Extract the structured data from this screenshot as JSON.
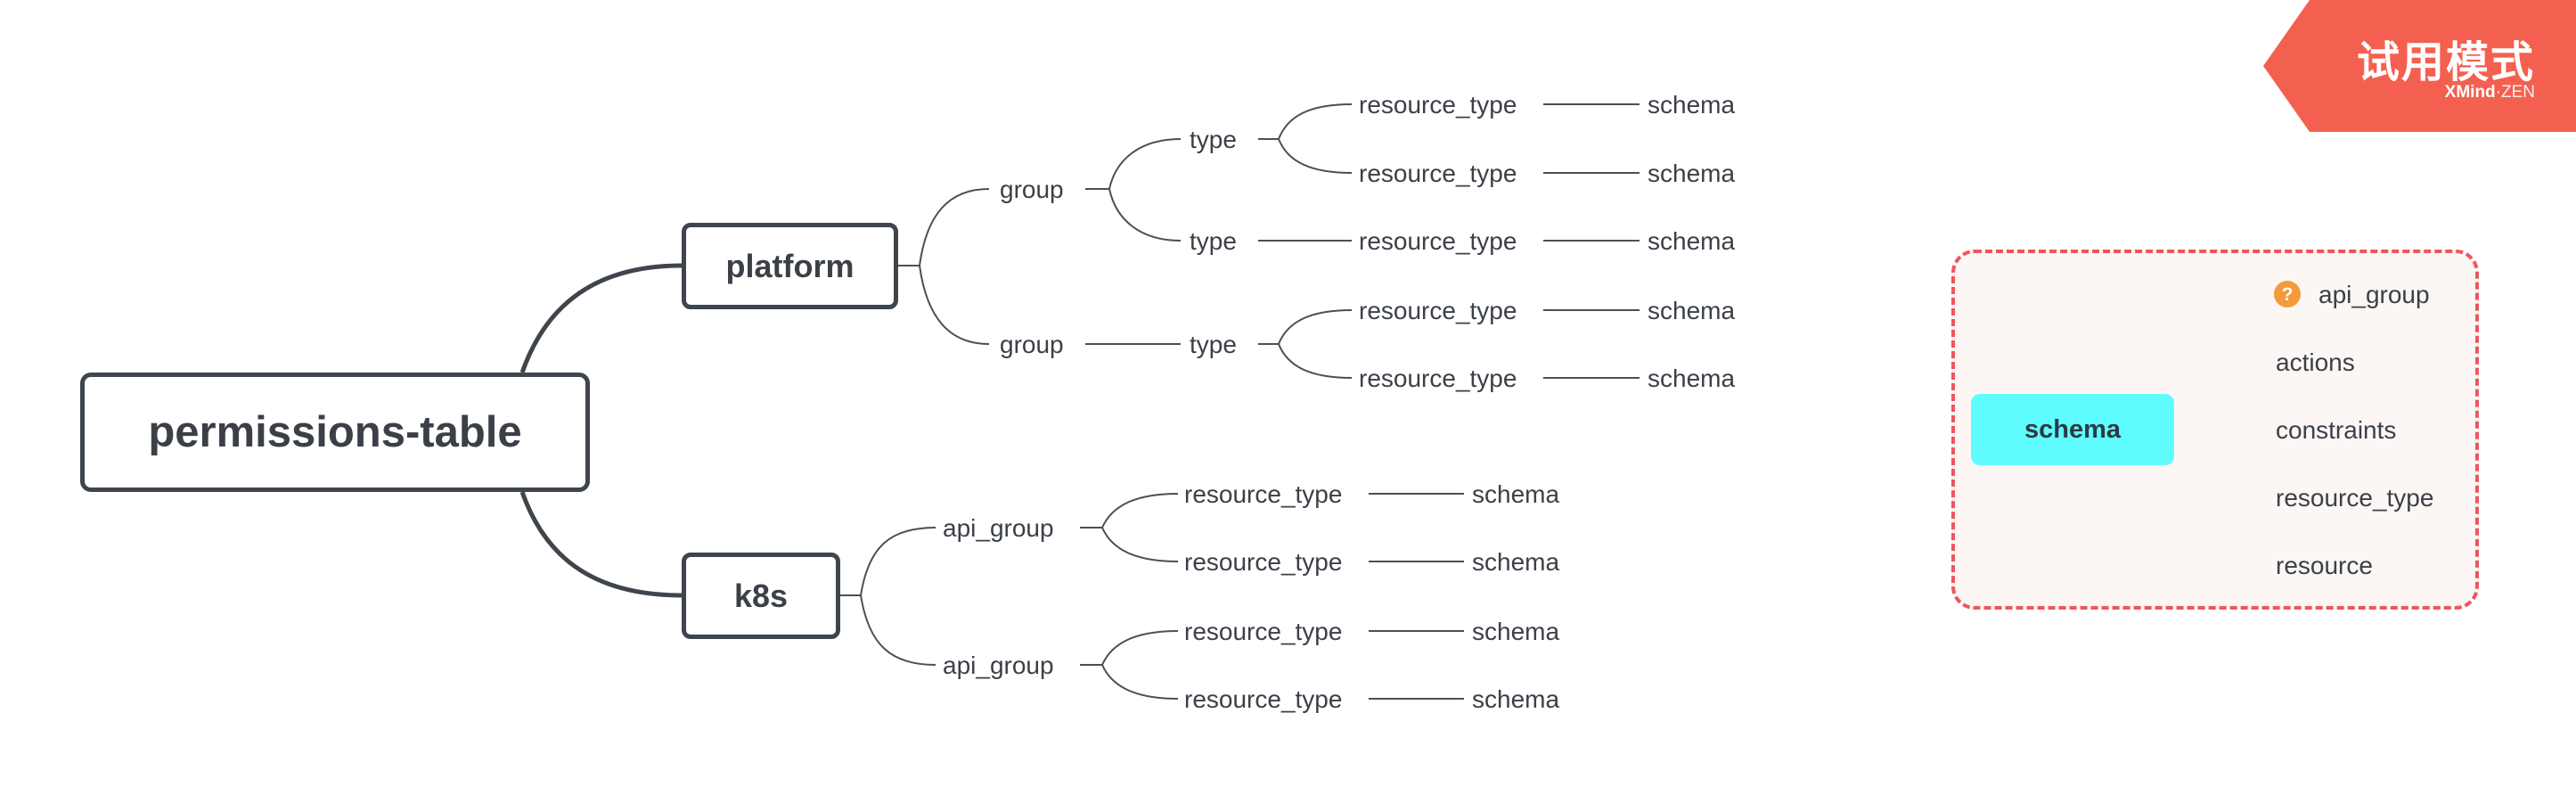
{
  "root": {
    "label": "permissions-table"
  },
  "branches": {
    "platform": {
      "label": "platform",
      "groups": [
        {
          "label": "group",
          "types": [
            {
              "label": "type",
              "resources": [
                {
                  "label": "resource_type",
                  "schema": "schema"
                },
                {
                  "label": "resource_type",
                  "schema": "schema"
                }
              ]
            },
            {
              "label": "type",
              "resources": [
                {
                  "label": "resource_type",
                  "schema": "schema"
                }
              ]
            }
          ]
        },
        {
          "label": "group",
          "types": [
            {
              "label": "type",
              "resources": [
                {
                  "label": "resource_type",
                  "schema": "schema"
                },
                {
                  "label": "resource_type",
                  "schema": "schema"
                }
              ]
            }
          ]
        }
      ]
    },
    "k8s": {
      "label": "k8s",
      "api_groups": [
        {
          "label": "api_group",
          "resources": [
            {
              "label": "resource_type",
              "schema": "schema"
            },
            {
              "label": "resource_type",
              "schema": "schema"
            }
          ]
        },
        {
          "label": "api_group",
          "resources": [
            {
              "label": "resource_type",
              "schema": "schema"
            },
            {
              "label": "resource_type",
              "schema": "schema"
            }
          ]
        }
      ]
    }
  },
  "schema_legend": {
    "label": "schema",
    "fields": [
      {
        "label": "api_group",
        "icon": "question-icon",
        "marker": "?"
      },
      {
        "label": "actions"
      },
      {
        "label": "constraints"
      },
      {
        "label": "resource_type"
      },
      {
        "label": "resource"
      }
    ],
    "border_color": "#f0555d",
    "node_color": "#5ffcfd",
    "marker_color": "#f39a3a"
  },
  "watermark": {
    "title": "试用模式",
    "brand": "XMind",
    "separator": "·",
    "edition": "ZEN",
    "color": "#f4604f"
  }
}
